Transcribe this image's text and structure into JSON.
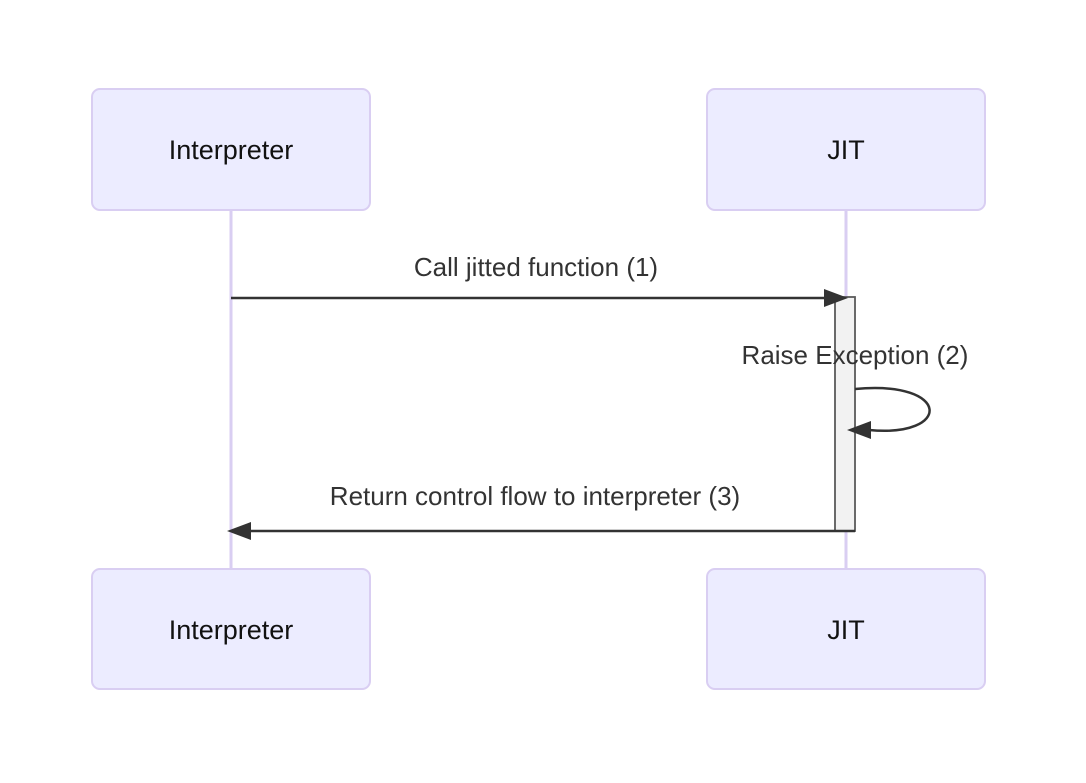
{
  "diagram": {
    "type": "sequence-diagram",
    "actors": [
      {
        "name": "Interpreter"
      },
      {
        "name": "JIT"
      }
    ],
    "messages": [
      {
        "label": "Call jitted function (1)",
        "from": "Interpreter",
        "to": "JIT",
        "style": "solid-arrow"
      },
      {
        "label": "Raise Exception (2)",
        "from": "JIT",
        "to": "JIT",
        "style": "self-loop"
      },
      {
        "label": "Return control flow to interpreter (3)",
        "from": "JIT",
        "to": "Interpreter",
        "style": "solid-arrow"
      }
    ],
    "activation": {
      "actor": "JIT",
      "from_message": 1,
      "to_message": 3
    },
    "colors": {
      "background": "#FFFFFF",
      "actor_fill": "#ECECFF",
      "actor_border": "#D9CEF2",
      "lifeline": "#D9CEF2",
      "activation_fill": "#F2F2F2",
      "activation_border": "#5A5A5A",
      "message_line": "#333333",
      "message_text": "#333333",
      "actor_text": "#111111"
    }
  }
}
